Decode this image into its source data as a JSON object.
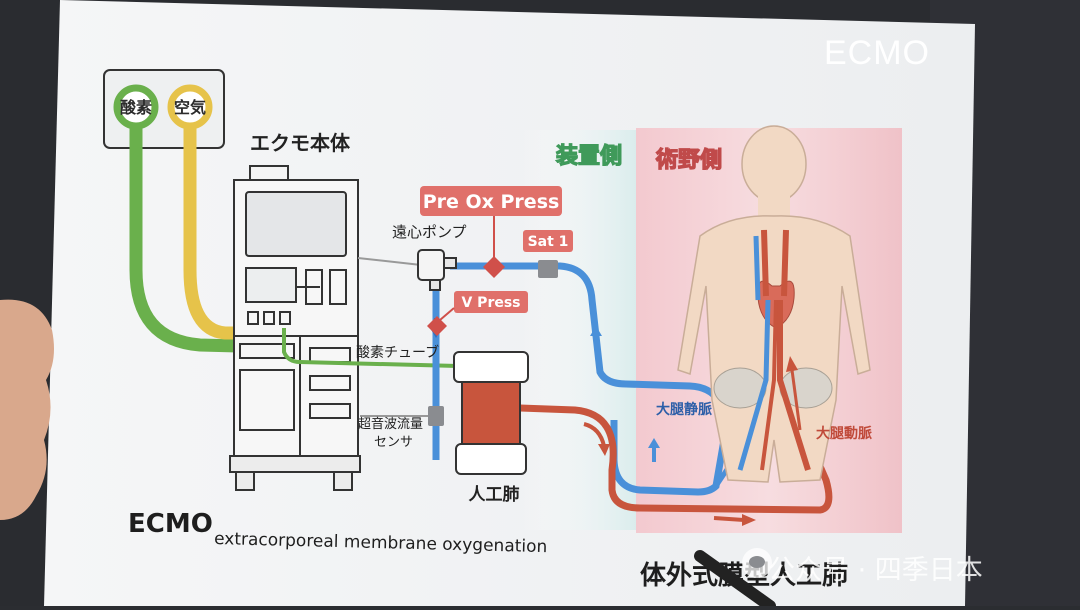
{
  "labels": {
    "corner_title": "ECMO",
    "gas_oxygen": "酸素",
    "gas_air": "空気",
    "machine_title": "エクモ本体",
    "device_side": "装置側",
    "surgical_side": "術野側",
    "pre_ox_press": "Pre Ox Press",
    "centrifugal_pump": "遠心ポンプ",
    "sat1": "Sat 1",
    "v_press": "V Press",
    "oxygen_tube": "酸素チューブ",
    "ultrasonic_line1": "超音波流量",
    "ultrasonic_line2": "センサ",
    "artificial_lung": "人工肺",
    "femoral_vein": "大腿静脈",
    "femoral_artery": "大腿動脈",
    "footer_ecmo": "ECMO",
    "footer_expansion": "extracorporeal membrane oxygenation",
    "footer_japanese": "体外式膜型人工肺"
  },
  "watermark": {
    "text": "公众号 · 四季日本"
  },
  "colors": {
    "oxygen_line": "#6ab04c",
    "air_line": "#e6c34a",
    "venous_blue": "#4a90d9",
    "arterial_red": "#c8553d",
    "label_red": "#e0706a",
    "device_green": "#3f9a5a",
    "surgical_red": "#c04a4a",
    "body_skin": "#f2d9c4"
  }
}
